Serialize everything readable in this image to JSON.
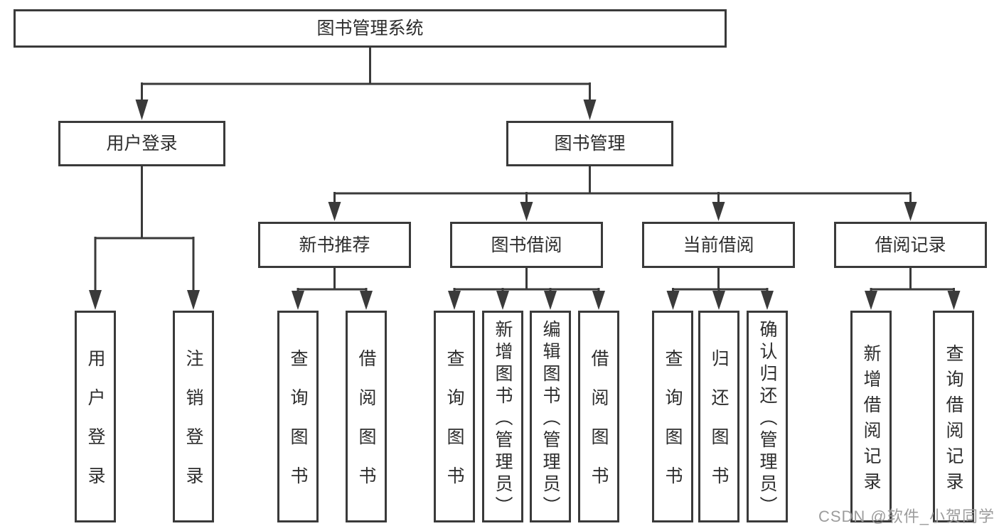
{
  "colors": {
    "line": "#3a3a3a",
    "text": "#2d2d2d",
    "box_bg": "#ffffff",
    "watermark": "#9c9c9c",
    "page_bg": "#ffffff"
  },
  "tree": {
    "root": {
      "label": "图书管理系统"
    },
    "children": [
      {
        "label": "用户登录",
        "children": [
          {
            "label": "用户登录"
          },
          {
            "label": "注销登录"
          }
        ]
      },
      {
        "label": "图书管理",
        "children": [
          {
            "label": "新书推荐",
            "children": [
              {
                "label": "查询图书"
              },
              {
                "label": "借阅图书"
              }
            ]
          },
          {
            "label": "图书借阅",
            "children": [
              {
                "label": "查询图书"
              },
              {
                "label": "新增图书（管理员）"
              },
              {
                "label": "编辑图书（管理员）"
              },
              {
                "label": "借阅图书"
              }
            ]
          },
          {
            "label": "当前借阅",
            "children": [
              {
                "label": "查询图书"
              },
              {
                "label": "归还图书"
              },
              {
                "label": "确认归还（管理员）"
              }
            ]
          },
          {
            "label": "借阅记录",
            "children": [
              {
                "label": "新增借阅记录"
              },
              {
                "label": "查询借阅记录"
              }
            ]
          }
        ]
      }
    ]
  },
  "watermark": {
    "text": "CSDN @软件_小贺同学"
  }
}
